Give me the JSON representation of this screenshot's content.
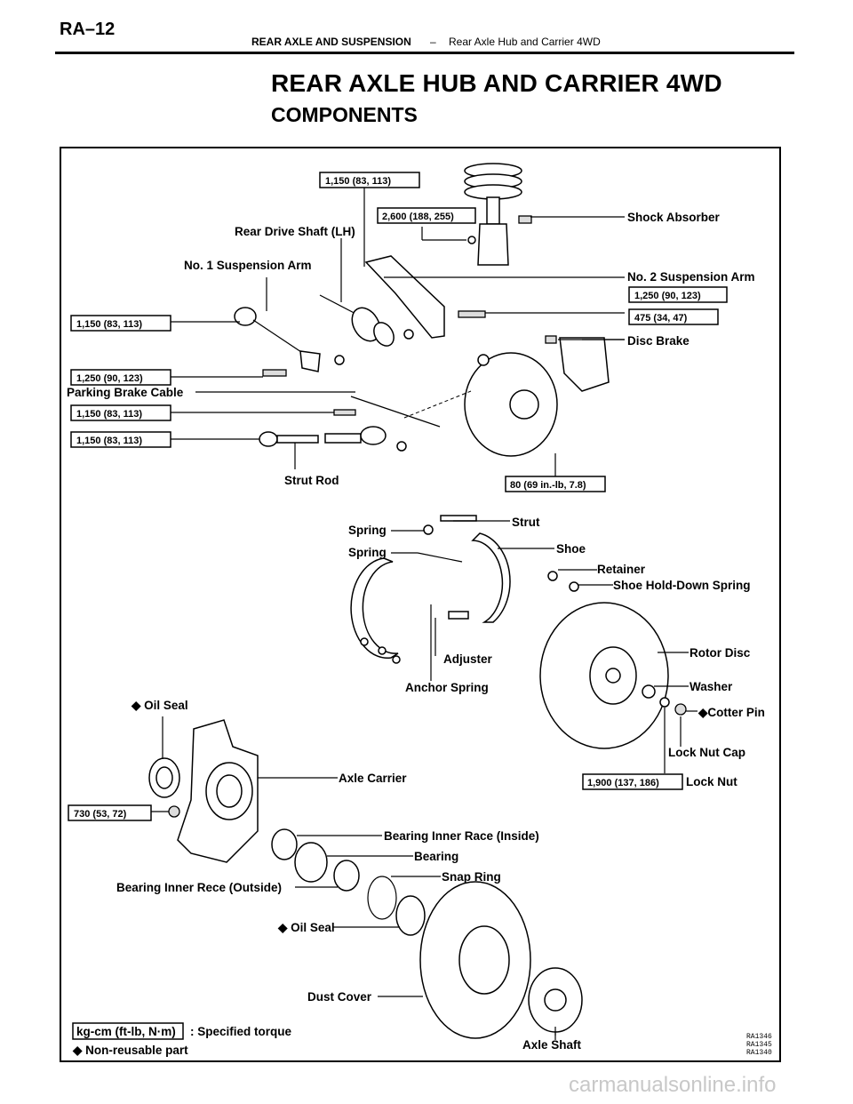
{
  "header": {
    "page_id": "RA–12",
    "section": "REAR AXLE AND SUSPENSION",
    "separator": "–",
    "subsection": "Rear Axle Hub and Carrier 4WD"
  },
  "title": "REAR AXLE HUB AND CARRIER 4WD",
  "subtitle": "COMPONENTS",
  "labels": {
    "shock_absorber": "Shock Absorber",
    "rear_drive_shaft": "Rear Drive Shaft (LH)",
    "no1_suspension_arm": "No. 1 Suspension Arm",
    "no2_suspension_arm": "No. 2 Suspension Arm",
    "disc_brake": "Disc Brake",
    "parking_brake_cable": "Parking Brake Cable",
    "strut_rod": "Strut Rod",
    "spring_a": "Spring",
    "spring_b": "Spring",
    "strut": "Strut",
    "shoe": "Shoe",
    "retainer": "Retainer",
    "shoe_hold_down_spring": "Shoe Hold-Down Spring",
    "adjuster": "Adjuster",
    "anchor_spring": "Anchor Spring",
    "rotor_disc": "Rotor Disc",
    "washer": "Washer",
    "cotter_pin": "◆Cotter Pin",
    "lock_nut_cap": "Lock Nut Cap",
    "lock_nut": "Lock Nut",
    "oil_seal_top": "◆ Oil Seal",
    "axle_carrier": "Axle Carrier",
    "bearing_inner_race_inside": "Bearing Inner Race (Inside)",
    "bearing": "Bearing",
    "snap_ring": "Snap Ring",
    "bearing_inner_race_outside": "Bearing Inner Rece (Outside)",
    "oil_seal_bottom": "◆ Oil Seal",
    "dust_cover": "Dust Cover",
    "axle_shaft": "Axle Shaft"
  },
  "torques": {
    "t1": "1,150 (83, 113)",
    "t2": "2,600 (188, 255)",
    "t3": "1,250 (90, 123)",
    "t4": "475 (34, 47)",
    "t5": "1,150 (83, 113)",
    "t6": "1,250 (90, 123)",
    "t7": "1,150 (83, 113)",
    "t8": "1,150 (83, 113)",
    "t9": "80 (69 in.-lb, 7.8)",
    "t10": "730 (53, 72)",
    "t11": "1,900 (137, 186)"
  },
  "legend": {
    "torque_unit": "kg-cm (ft-lb, N·m)",
    "torque_text": ": Specified torque",
    "nonreusable": "◆ Non-reusable part"
  },
  "codes": [
    "RA1346",
    "RA1345",
    "RA1340"
  ],
  "watermark": "carmanualsonline.info"
}
